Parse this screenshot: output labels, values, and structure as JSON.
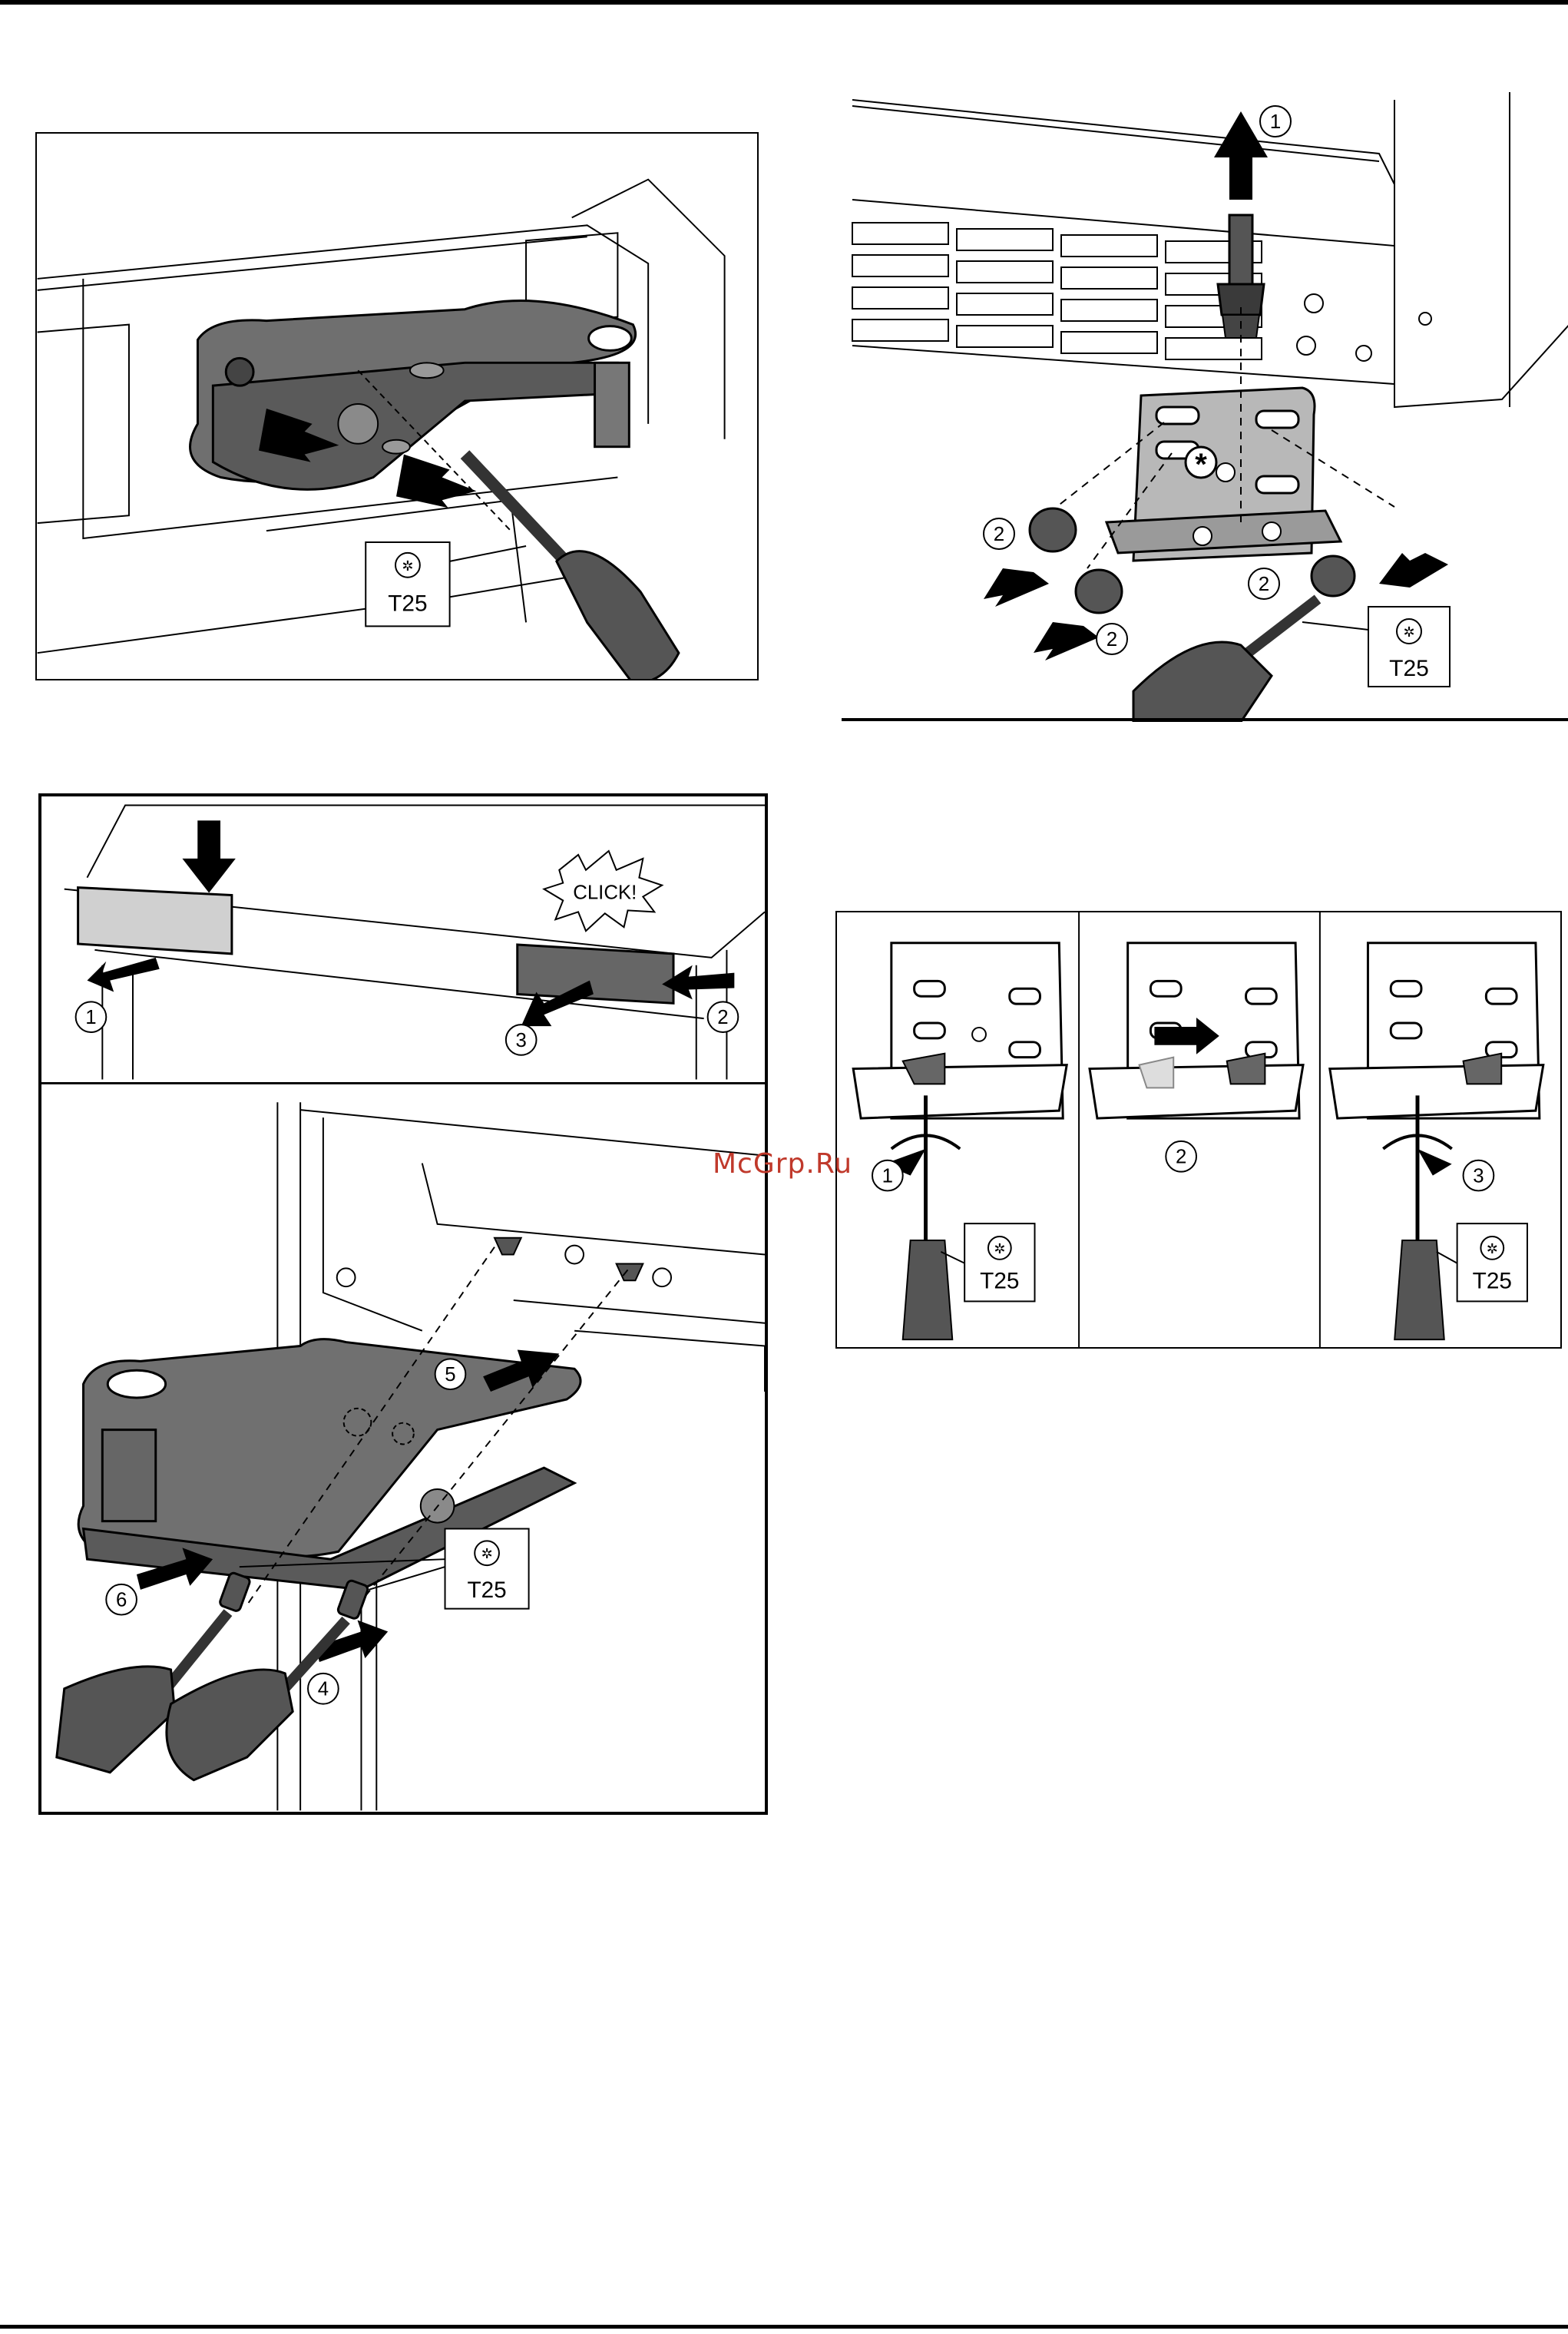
{
  "watermark": "McGrp.Ru",
  "fig_a": {
    "tool_label": "T25"
  },
  "fig_b": {
    "tool_label": "T25",
    "step_up": "1",
    "step_screw_left": "2",
    "step_screw_mid": "2",
    "step_screw_right": "2",
    "asterisk": "*"
  },
  "fig_c": {
    "click_label": "CLICK!",
    "tool_label": "T25",
    "steps": [
      "1",
      "2",
      "3",
      "4",
      "5",
      "6"
    ]
  },
  "fig_d": {
    "tool_label": "T25",
    "panel_steps": [
      "1",
      "2",
      "3"
    ]
  }
}
